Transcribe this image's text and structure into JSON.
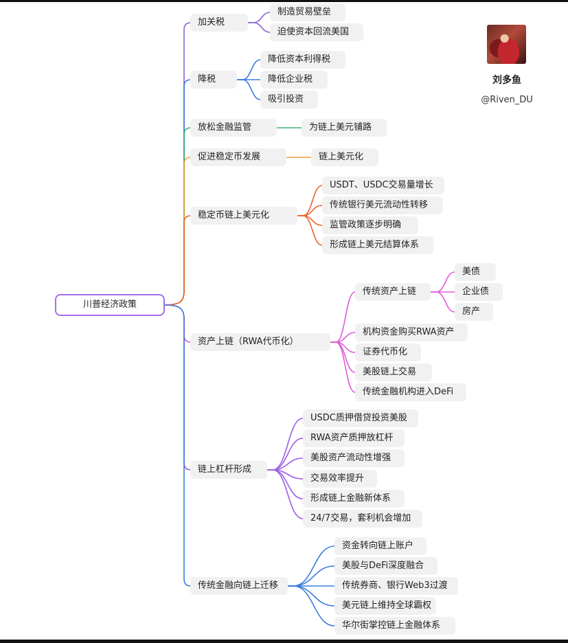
{
  "author": {
    "name": "刘多鱼",
    "handle": "@Riven_DU"
  },
  "mindmap": {
    "root": "川普经济政策",
    "branches": [
      {
        "label": "加关税",
        "color": "#8a63d2",
        "children": [
          {
            "label": "制造贸易壁垒"
          },
          {
            "label": "迫使资本回流美国"
          }
        ]
      },
      {
        "label": "降税",
        "color": "#3b7ddd",
        "children": [
          {
            "label": "降低资本利得税"
          },
          {
            "label": "降低企业税"
          },
          {
            "label": "吸引投资"
          }
        ]
      },
      {
        "label": "放松金融监管",
        "color": "#3cb371",
        "children": [
          {
            "label": "为链上美元铺路"
          }
        ]
      },
      {
        "label": "促进稳定币发展",
        "color": "#f0a030",
        "children": [
          {
            "label": "链上美元化"
          }
        ]
      },
      {
        "label": "稳定币链上美元化",
        "color": "#e8642c",
        "children": [
          {
            "label": "USDT、USDC交易量增长"
          },
          {
            "label": "传统银行美元流动性转移"
          },
          {
            "label": "监管政策逐步明确"
          },
          {
            "label": "形成链上美元结算体系"
          }
        ]
      },
      {
        "label": "资产上链（RWA代币化）",
        "color": "#e05ad8",
        "children": [
          {
            "label": "传统资产上链",
            "children": [
              {
                "label": "美债"
              },
              {
                "label": "企业债"
              },
              {
                "label": "房产"
              }
            ]
          },
          {
            "label": "机构资金购买RWA资产"
          },
          {
            "label": "证券代币化"
          },
          {
            "label": "美股链上交易"
          },
          {
            "label": "传统金融机构进入DeFi"
          }
        ]
      },
      {
        "label": "链上杠杆形成",
        "color": "#9b5de5",
        "children": [
          {
            "label": "USDC质押借贷投资美股"
          },
          {
            "label": "RWA资产质押放杠杆"
          },
          {
            "label": "美股资产流动性增强"
          },
          {
            "label": "交易效率提升"
          },
          {
            "label": "形成链上金融新体系"
          },
          {
            "label": "24/7交易，套利机会增加"
          }
        ]
      },
      {
        "label": "传统金融向链上迁移",
        "color": "#3b7ddd",
        "children": [
          {
            "label": "资金转向链上账户"
          },
          {
            "label": "美股与DeFi深度融合"
          },
          {
            "label": "传统券商、银行Web3过渡"
          },
          {
            "label": "美元链上维持全球霸权"
          },
          {
            "label": "华尔街掌控链上金融体系"
          }
        ]
      }
    ]
  }
}
